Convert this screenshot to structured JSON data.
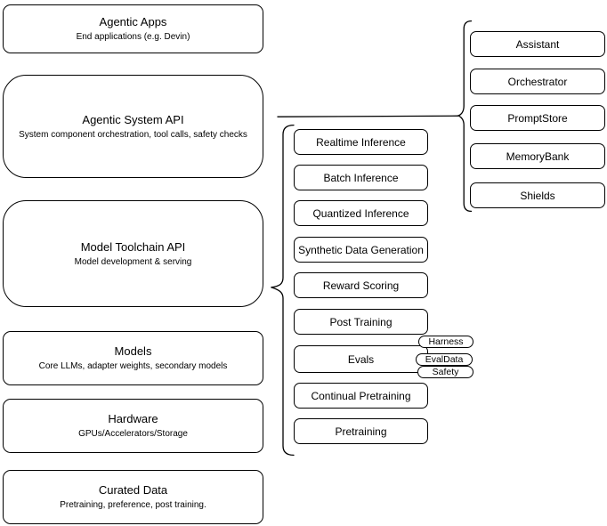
{
  "colors": {
    "stroke": "#000000",
    "background": "#ffffff",
    "text": "#000000"
  },
  "layers": [
    {
      "title": "Agentic Apps",
      "subtitle": "End applications (e.g. Devin)"
    },
    {
      "title": "Agentic System API",
      "subtitle": "System component orchestration, tool calls, safety checks"
    },
    {
      "title": "Model Toolchain API",
      "subtitle": "Model development & serving"
    },
    {
      "title": "Models",
      "subtitle": "Core LLMs, adapter weights, secondary models"
    },
    {
      "title": "Hardware",
      "subtitle": "GPUs/Accelerators/Storage"
    },
    {
      "title": "Curated Data",
      "subtitle": "Pretraining, preference, post training."
    }
  ],
  "toolchain_items": [
    "Realtime Inference",
    "Batch Inference",
    "Quantized Inference",
    "Synthetic Data Generation",
    "Reward Scoring",
    "Post Training",
    "Evals",
    "Continual Pretraining",
    "Pretraining"
  ],
  "evals_tags": [
    "Harness",
    "EvalData",
    "Safety"
  ],
  "system_components": [
    "Assistant",
    "Orchestrator",
    "PromptStore",
    "MemoryBank",
    "Shields"
  ]
}
